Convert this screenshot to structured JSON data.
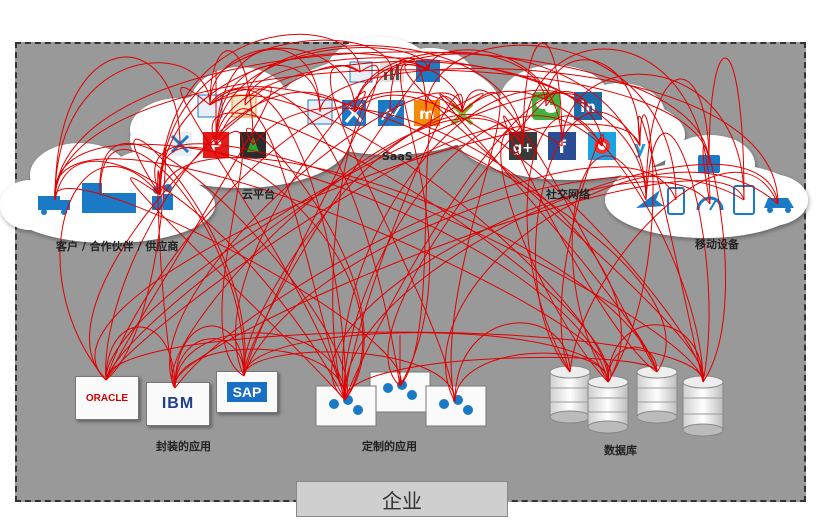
{
  "enterprise_label": "企业",
  "clouds": {
    "customers": "客户 / 合作伙伴 / 供应商",
    "cloud_platform": "云平台",
    "saas": "SaaS",
    "social": "社交网络",
    "mobile": "移动设备"
  },
  "groups": {
    "packaged_apps": "封装的应用",
    "custom_apps": "定制的应用",
    "databases": "数据库"
  },
  "packaged_app_logos": {
    "oracle": "ORACLE",
    "ibm": "IBM",
    "sap": "SAP"
  },
  "social_icons": {
    "linkedin": "in",
    "googleplus": "g+",
    "facebook": "f",
    "twitter": "t",
    "wechat": "wechat",
    "other": "c"
  },
  "colors": {
    "connection": "#e00000",
    "enterprise_bg": "#999999",
    "cloud": "#ffffff",
    "icon_blue": "#1a7ac5"
  }
}
